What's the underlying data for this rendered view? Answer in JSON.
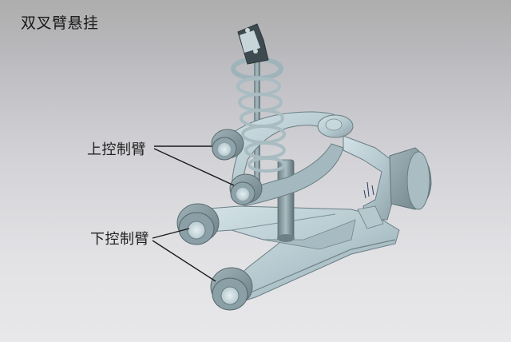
{
  "title": "双叉臂悬挂",
  "labels": {
    "upper_arm": "上控制臂",
    "lower_arm": "下控制臂"
  },
  "colors": {
    "part_fill": "#b9cdd3",
    "part_shadow": "#7f9298",
    "part_dark": "#4f5d62",
    "leader_line": "#1a1a1a",
    "text": "#1a1a1a"
  }
}
